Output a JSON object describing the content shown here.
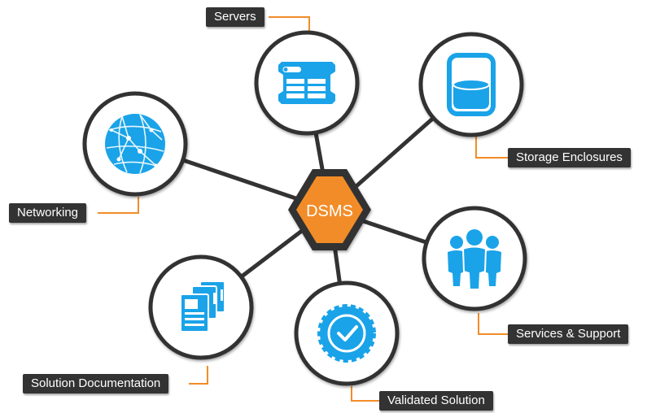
{
  "hub": {
    "label": "DSMS",
    "color": "#f28c28"
  },
  "colors": {
    "accent": "#1aa3e8",
    "connector": "#f28c28",
    "label_bg": "#333333",
    "ring": "#333333"
  },
  "nodes": [
    {
      "id": "servers",
      "label": "Servers",
      "icon": "server-rack-icon"
    },
    {
      "id": "storage",
      "label": "Storage Enclosures",
      "icon": "storage-cylinder-icon"
    },
    {
      "id": "networking",
      "label": "Networking",
      "icon": "globe-network-icon"
    },
    {
      "id": "services",
      "label": "Services & Support",
      "icon": "people-group-icon"
    },
    {
      "id": "documentation",
      "label": "Solution Documentation",
      "icon": "documents-icon"
    },
    {
      "id": "validated",
      "label": "Validated Solution",
      "icon": "check-badge-icon"
    }
  ]
}
